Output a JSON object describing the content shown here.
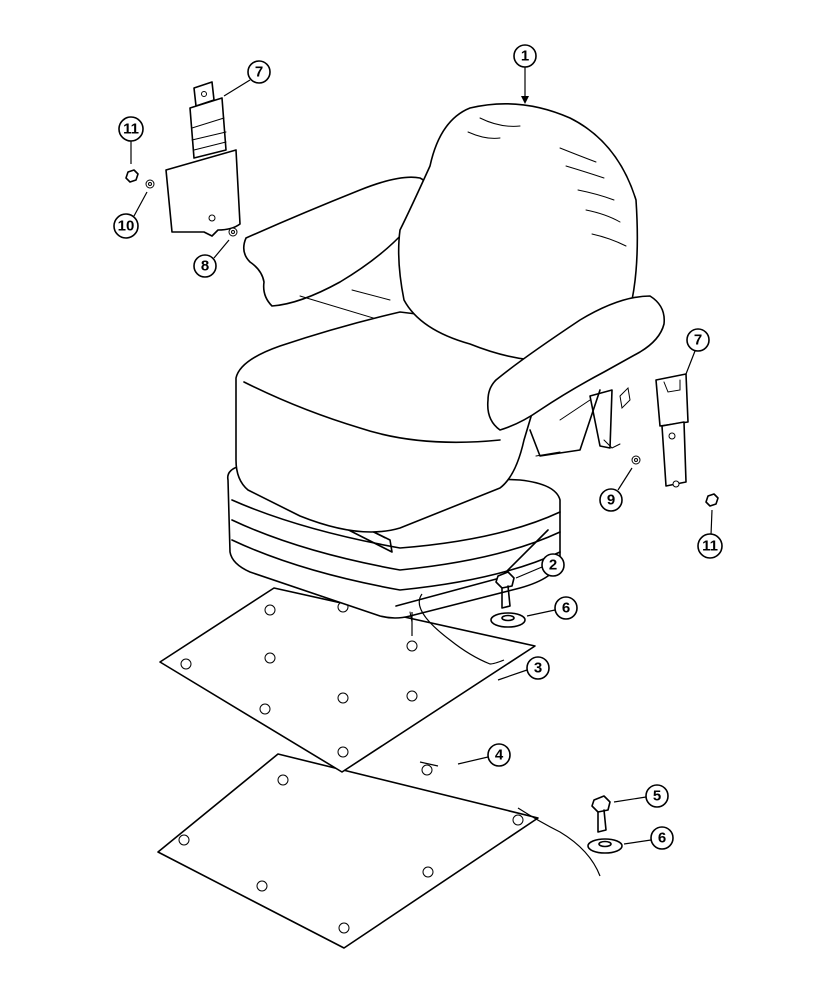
{
  "callouts": {
    "c1": "1",
    "c2": "2",
    "c3": "3",
    "c4": "4",
    "c5": "5",
    "c6a": "6",
    "c6b": "6",
    "c7a": "7",
    "c7b": "7",
    "c8": "8",
    "c9": "9",
    "c10": "10",
    "c11a": "11",
    "c11b": "11"
  }
}
